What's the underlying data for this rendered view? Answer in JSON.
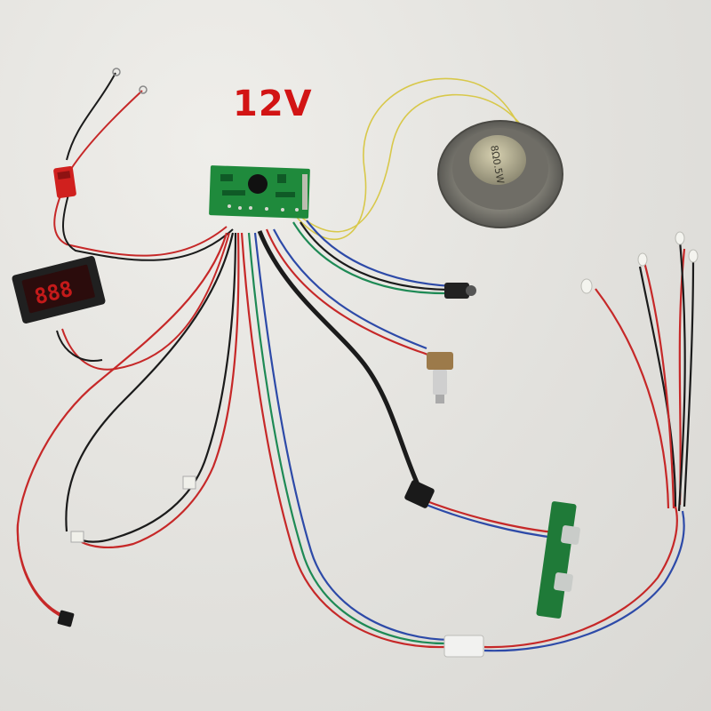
{
  "photo": {
    "caption": "12V",
    "speaker_marking": "8Ω0.5W",
    "voltmeter_display": "888"
  },
  "colors": {
    "caption": "#d21414",
    "background": "#e3e2de",
    "pcb": "#1f8a3c",
    "wire_red": "#c62828",
    "wire_black": "#1b1b1b",
    "wire_blue": "#2d4aa8",
    "wire_green": "#1e8a55",
    "wire_yellow": "#d8c84a",
    "display_digits": "#c41a1a"
  }
}
